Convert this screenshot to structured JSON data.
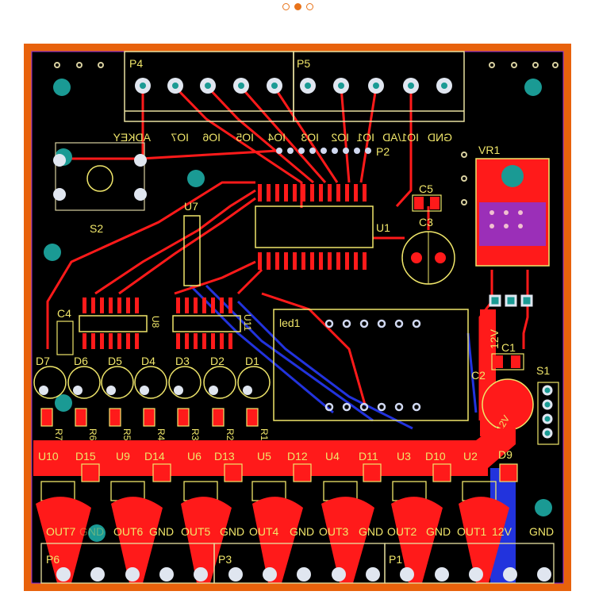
{
  "carousel": {
    "slide_count": 3,
    "active_index": 1
  },
  "colors": {
    "frame": "#e8620c",
    "board": "#000000",
    "copper_top": "#ff1a1a",
    "copper_bottom": "#2233dd",
    "silkscreen": "#f0e66a",
    "pad": "#1a9a94"
  },
  "pcb": {
    "header_refs": [
      "P4",
      "P5",
      "P2"
    ],
    "header_pin_labels": [
      "ADKEY",
      "IO7",
      "IO6",
      "IO5",
      "IO4",
      "IO3",
      "IO2",
      "IO1",
      "IO1/AD",
      "GND"
    ],
    "components": {
      "s2": "S2",
      "u7": "U7",
      "u1": "U1",
      "c5": "C5",
      "c3": "C3",
      "vr1": "VR1",
      "c4": "C4",
      "u8": "U8",
      "u11": "U11",
      "led1": "led1",
      "c1": "C1",
      "c2": "C2",
      "s1": "S1",
      "v12": "12V",
      "c2_val": "12V"
    },
    "diodes": [
      "D7",
      "D6",
      "D5",
      "D4",
      "D3",
      "D2",
      "D1"
    ],
    "resistors": [
      "R7",
      "R6",
      "R5",
      "R4",
      "R3",
      "R2",
      "R1"
    ],
    "driver_row": [
      "U10",
      "D15",
      "U9",
      "D14",
      "U6",
      "D13",
      "U5",
      "D12",
      "U4",
      "D11",
      "U3",
      "D10",
      "U2",
      "D9"
    ],
    "output_labels": [
      "OUT7",
      "GND",
      "OUT6",
      "GND",
      "OUT5",
      "GND",
      "OUT4",
      "GND",
      "OUT3",
      "GND",
      "OUT2",
      "GND",
      "OUT1",
      "12V",
      "GND"
    ],
    "terminal_refs": [
      "P6",
      "P3",
      "P1"
    ]
  }
}
